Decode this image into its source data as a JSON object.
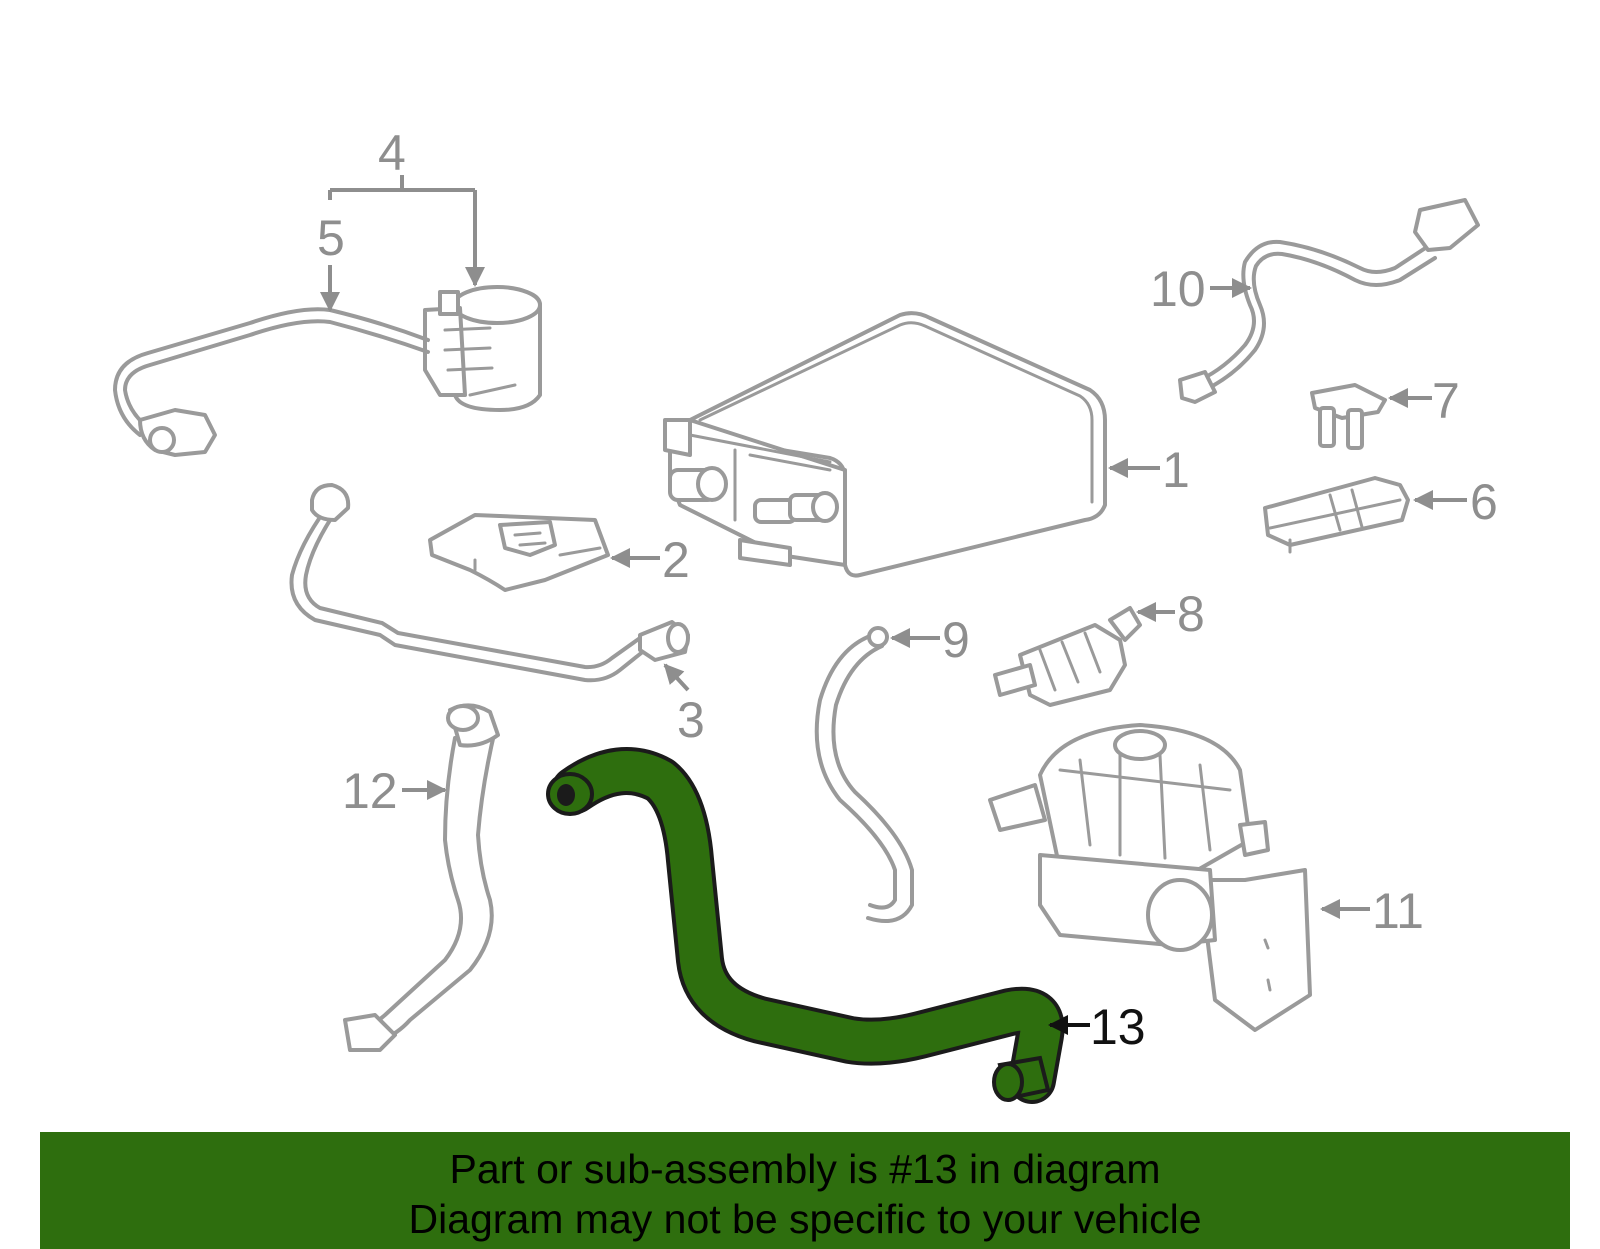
{
  "callouts": {
    "c1": "1",
    "c2": "2",
    "c3": "3",
    "c4": "4",
    "c5": "5",
    "c6": "6",
    "c7": "7",
    "c8": "8",
    "c9": "9",
    "c10": "10",
    "c11": "11",
    "c12": "12",
    "c13": "13"
  },
  "highlight": {
    "part_number": "13",
    "color": "#2e6e0e"
  },
  "colors": {
    "line_art": "#9a9a9a",
    "callout_text": "#8e8e8e",
    "banner_bg": "#2e6e0e"
  },
  "banner": {
    "line1": "Part or sub-assembly is #13 in diagram",
    "line2": "Diagram may not be specific to your vehicle"
  }
}
